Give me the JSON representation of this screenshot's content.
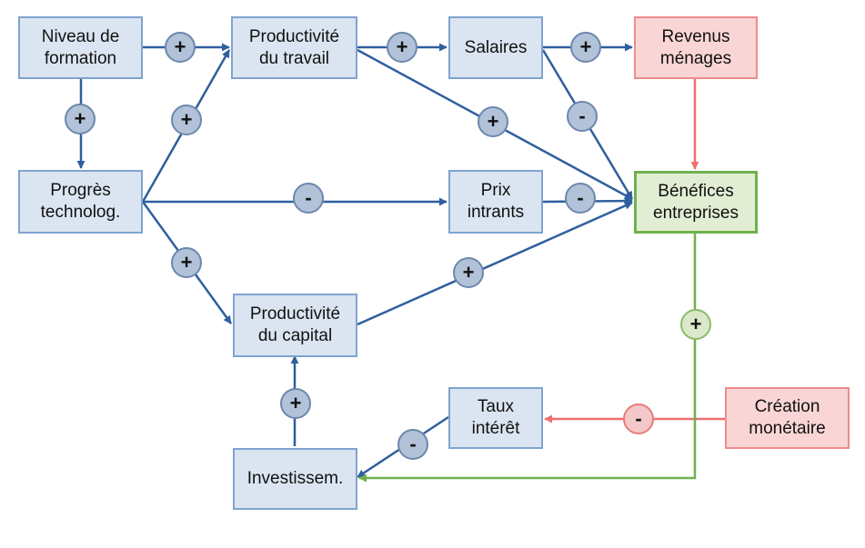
{
  "nodes": {
    "niveau_formation": "Niveau de\nformation",
    "productivite_travail": "Productivité\ndu travail",
    "salaires": "Salaires",
    "revenus_menages": "Revenus\nménages",
    "progres_technolog": "Progrès\ntechnolog.",
    "prix_intrants": "Prix\nintrants",
    "benefices_entreprises": "Bénéfices\nentreprises",
    "productivite_capital": "Productivité\ndu capital",
    "taux_interet": "Taux\nintérêt",
    "creation_monetaire": "Création\nmonétaire",
    "investissem": "Investissem."
  },
  "signs": {
    "formation_to_travail": "+",
    "travail_to_salaires": "+",
    "salaires_to_revenus": "+",
    "formation_to_progres": "+",
    "progres_to_travail": "+",
    "travail_to_benefices": "+",
    "salaires_to_benefices": "-",
    "progres_to_prix": "-",
    "prix_to_benefices": "-",
    "progres_to_capital": "+",
    "capital_to_benefices": "+",
    "benefices_to_investissem": "+",
    "creation_to_taux": "-",
    "taux_to_investissem": "-",
    "investissem_to_capital": "+"
  },
  "colors": {
    "blue_line": "#2f5f9e",
    "red_line": "#ee6f6f",
    "green_line": "#6fb04f"
  }
}
